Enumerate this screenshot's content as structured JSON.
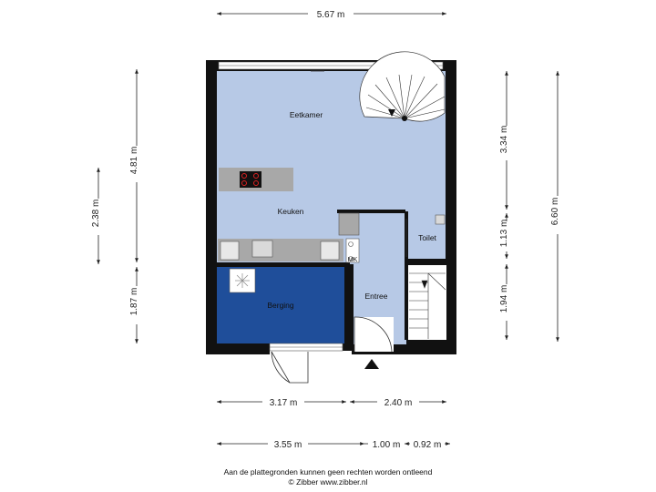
{
  "rooms": {
    "eetkamer": "Eetkamer",
    "keuken": "Keuken",
    "toilet": "Toilet",
    "entree": "Entree",
    "berging": "Berging",
    "mk": "MK"
  },
  "dimensions": {
    "top_width": "5.67 m",
    "left_total": "4.81 m",
    "left_lower": "1.87 m",
    "left_outer": "2.38 m",
    "right_upper": "3.34 m",
    "right_mid": "1.13 m",
    "right_lower": "1.94 m",
    "right_total": "6.60 m",
    "bottom_row1_left": "3.17 m",
    "bottom_row1_right": "2.40 m",
    "bottom_row2_left": "3.55 m",
    "bottom_row2_mid": "1.00 m",
    "bottom_row2_right": "0.92 m"
  },
  "footer": {
    "disclaimer": "Aan de plattegronden kunnen geen rechten worden ontleend",
    "copyright": "© Zibber www.zibber.nl"
  },
  "colors": {
    "floor": "#b7c9e6",
    "berging": "#1f4e9a",
    "wall": "#111111",
    "counter": "#a8a8a8"
  }
}
